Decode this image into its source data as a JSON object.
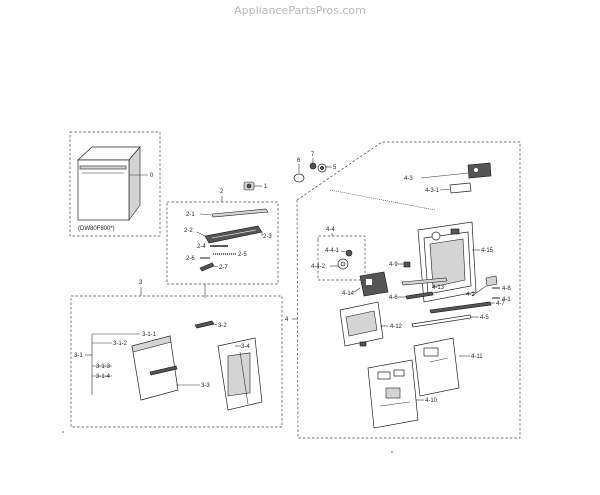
{
  "watermark": "AppliancePartsPros.com",
  "labels": {
    "l0": "0",
    "model": "(DW80F800*)",
    "l1": "1",
    "l2": "2",
    "l2_1": "2-1",
    "l2_2": "2-2",
    "l2_3": "2-3",
    "l2_4": "2-4",
    "l2_5": "2-5",
    "l2_6": "2-6",
    "l2_7": "2-7",
    "l3": "3",
    "l3_1": "3-1",
    "l3_1_1": "3-1-1",
    "l3_1_2": "3-1-2",
    "l3_1_3": "3-1-3",
    "l3_1_4": "3-1-4",
    "l3_2": "3-2",
    "l3_3": "3-3",
    "l3_4": "3-4",
    "l4": "4",
    "l4_1": "4-1",
    "l4_2": "4-2",
    "l4_3": "4-3",
    "l4_3_1": "4-3-1",
    "l4_4": "4-4",
    "l4_4_1": "4-4-1",
    "l4_4_2": "4-4-2",
    "l4_5": "4-5",
    "l4_6": "4-6",
    "l4_7": "4-7",
    "l4_8": "4-8",
    "l4_9": "4-9",
    "l4_10": "4-10",
    "l4_11": "4-11",
    "l4_12": "4-12",
    "l4_13": "4-13",
    "l4_14": "4-14",
    "l4_15": "4-15",
    "l5": "5",
    "l6": "6",
    "l7": "7"
  }
}
